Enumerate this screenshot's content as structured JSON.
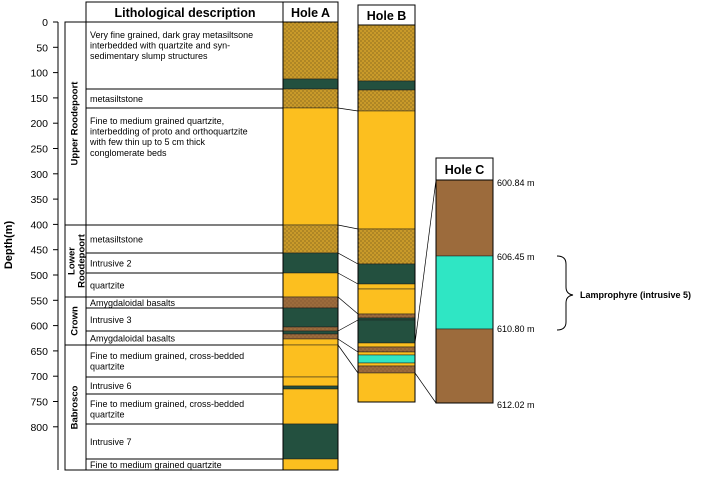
{
  "header": {
    "lithology_title": "Lithological description",
    "hole_a_title": "Hole A",
    "hole_b_title": "Hole B",
    "hole_c_title": "Hole C"
  },
  "axis": {
    "label": "Depth(m)",
    "ticks": [
      "0",
      "50",
      "100",
      "150",
      "200",
      "250",
      "300",
      "350",
      "400",
      "450",
      "500",
      "550",
      "600",
      "650",
      "700",
      "750",
      "800"
    ]
  },
  "groups": [
    {
      "id": "upper",
      "label": "Upper Roodepoort"
    },
    {
      "id": "lower",
      "label": "Lower Roodepoort"
    },
    {
      "id": "crown",
      "label": "Crown"
    },
    {
      "id": "babrosco",
      "label": "Babrosco"
    }
  ],
  "descriptions": [
    {
      "id": "d1",
      "lines": [
        "Very fine grained, dark gray metasiltsone",
        "interbedded with quartzite and syn-",
        "sedimentary slump structures"
      ]
    },
    {
      "id": "d2",
      "lines": [
        "metasiltstone"
      ]
    },
    {
      "id": "d3",
      "lines": [
        "Fine to medium grained quartzite,",
        "interbedding of proto and orthoquartzite",
        "with few thin up to 5 cm thick",
        "conglomerate beds"
      ]
    },
    {
      "id": "d4",
      "lines": [
        "metasiltstone"
      ]
    },
    {
      "id": "d5",
      "lines": [
        "Intrusive 2"
      ]
    },
    {
      "id": "d6",
      "lines": [
        "quartzite"
      ]
    },
    {
      "id": "d7",
      "lines": [
        "Amygdaloidal basalts"
      ]
    },
    {
      "id": "d8",
      "lines": [
        "Intrusive 3"
      ]
    },
    {
      "id": "d9",
      "lines": [
        "Amygdaloidal basalts"
      ]
    },
    {
      "id": "d10",
      "lines": [
        "Fine to medium grained, cross-bedded",
        "quartzite"
      ]
    },
    {
      "id": "d11",
      "lines": [
        "Intrusive 6"
      ]
    },
    {
      "id": "d12",
      "lines": [
        "Fine to medium grained, cross-bedded",
        "quartzite"
      ]
    },
    {
      "id": "d13",
      "lines": [
        "Intrusive 7"
      ]
    },
    {
      "id": "d14",
      "lines": [
        "Fine to medium grained quartzite"
      ]
    }
  ],
  "lithology_colors": {
    "siltstone": "#c99a2a",
    "quartzite": "#fcbf1f",
    "intrusive": "#23503f",
    "basalt": "#9c6b3c",
    "lamprophyre": "#2fe6c4",
    "brown": "#9c6b3c"
  },
  "hole_c_depths": [
    "600.84 m",
    "606.45 m",
    "610.80 m",
    "612.02 m"
  ],
  "annotation": {
    "label": "Lamprophyre (intrusive 5)"
  }
}
